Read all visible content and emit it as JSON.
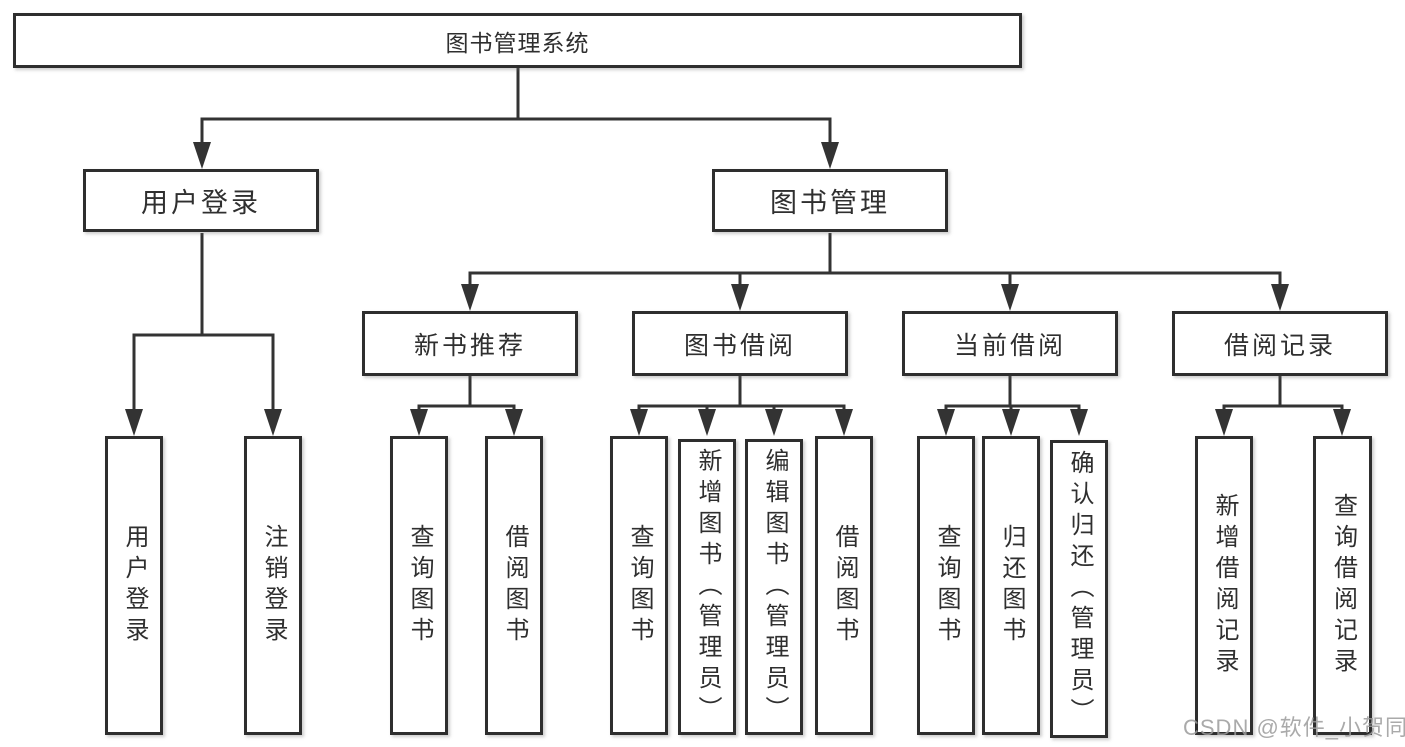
{
  "tree": {
    "label": "图书管理系统",
    "children": [
      {
        "label": "用户登录",
        "children": [
          {
            "label": "用户登录"
          },
          {
            "label": "注销登录"
          }
        ]
      },
      {
        "label": "图书管理",
        "children": [
          {
            "label": "新书推荐",
            "children": [
              {
                "label": "查询图书"
              },
              {
                "label": "借阅图书"
              }
            ]
          },
          {
            "label": "图书借阅",
            "children": [
              {
                "label": "查询图书"
              },
              {
                "label": "新增图书（管理员）"
              },
              {
                "label": "编辑图书（管理员）"
              },
              {
                "label": "借阅图书"
              }
            ]
          },
          {
            "label": "当前借阅",
            "children": [
              {
                "label": "查询图书"
              },
              {
                "label": "归还图书"
              },
              {
                "label": "确认归还（管理员）"
              }
            ]
          },
          {
            "label": "借阅记录",
            "children": [
              {
                "label": "新增借阅记录"
              },
              {
                "label": "查询借阅记录"
              }
            ]
          }
        ]
      }
    ]
  },
  "watermark": {
    "text": "CSDN @软件_小贺同学"
  },
  "colors": {
    "line": "#333333",
    "text": "#2f2f2f",
    "box_background": "#ffffff",
    "watermark": "#9b9b9b"
  }
}
